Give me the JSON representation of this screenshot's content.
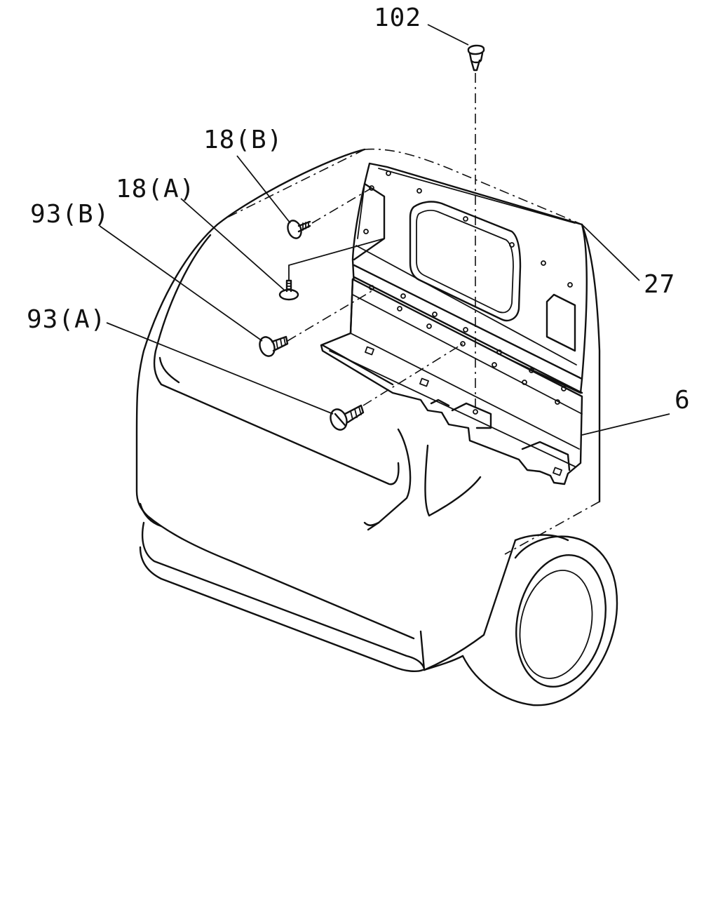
{
  "diagram": {
    "callouts": {
      "c102": "102",
      "c18b": "18(B)",
      "c18a": "18(A)",
      "c93b": "93(B)",
      "c93a": "93(A)",
      "c27": "27",
      "c6": "6"
    },
    "parts": {
      "clip": "push-clip",
      "screw_upper": "screw",
      "stud": "stud-bolt",
      "screw_mid": "screw",
      "screw_lower": "tapping-screw",
      "trim_panel": "rear-panel-trim",
      "floor_panel": "floor-panel-trim"
    }
  }
}
